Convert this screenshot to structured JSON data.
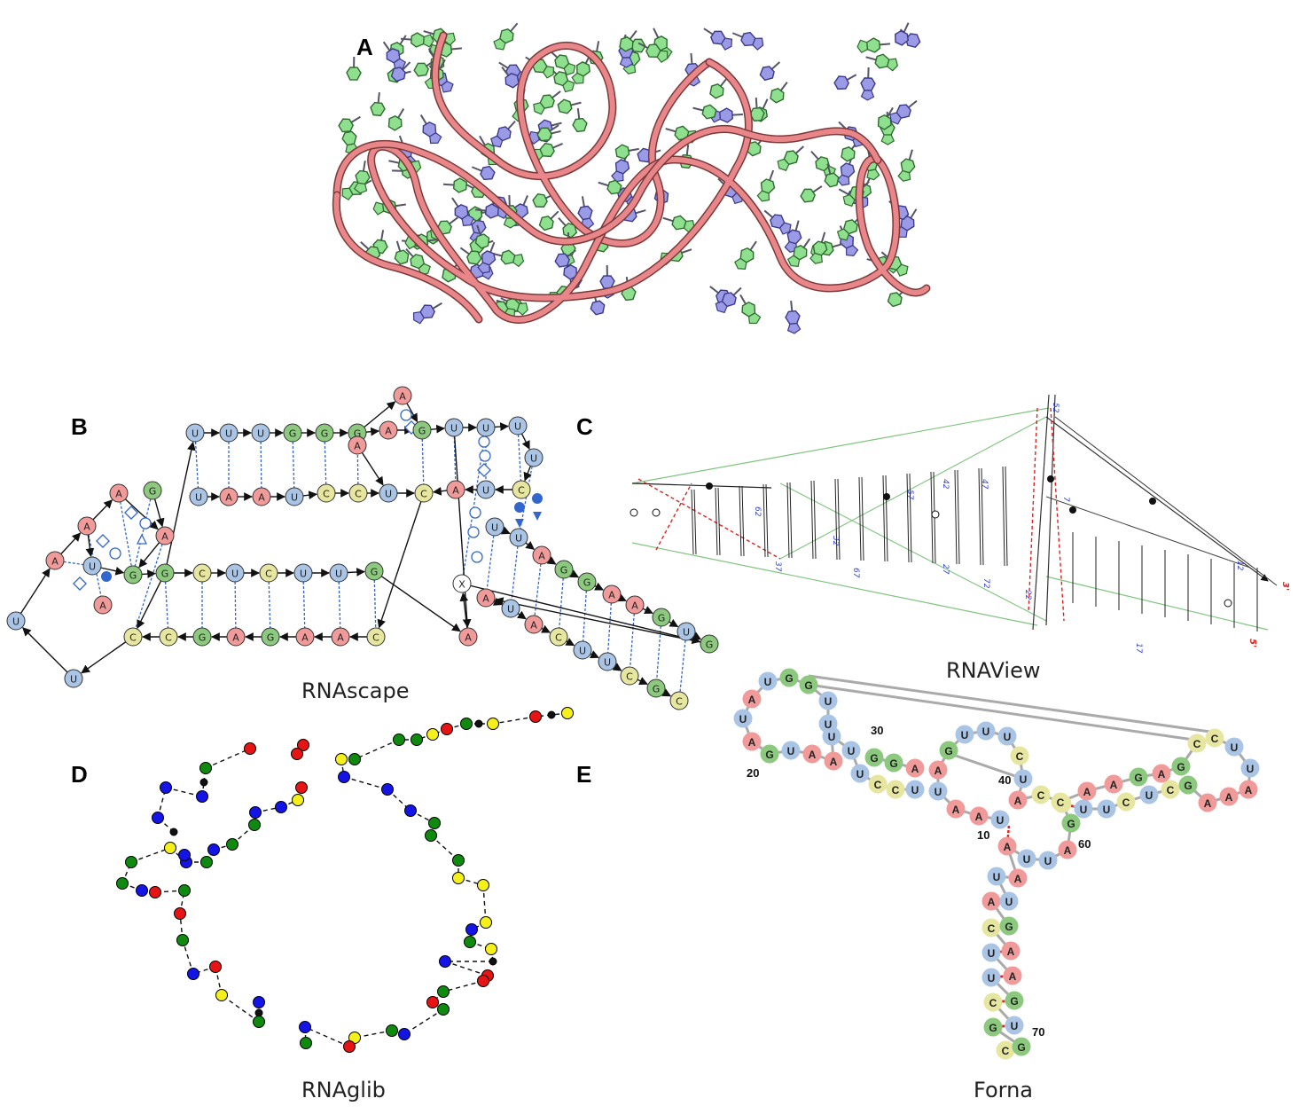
{
  "panels": {
    "a": {
      "letter": "A"
    },
    "b": {
      "letter": "B",
      "caption": "RNAscape"
    },
    "c": {
      "letter": "C",
      "caption": "RNAView"
    },
    "d": {
      "letter": "D",
      "caption": "RNAglib"
    },
    "e": {
      "letter": "E",
      "caption": "Forna"
    }
  },
  "colors": {
    "A": "#f19a9a",
    "U": "#a9c4e4",
    "G": "#8cc97e",
    "C": "#e6e6a0",
    "backbone": "#e8868a",
    "base_green": "#8ee08e",
    "base_blue": "#9a9ae6",
    "pair_blue": "#3366cc",
    "glib_green": "#0f8a0f",
    "glib_blue": "#1414e6",
    "glib_red": "#e61414",
    "glib_yellow": "#f5f01a"
  },
  "forna_labels": {
    "n10": "10",
    "n20": "20",
    "n30": "30",
    "n40": "40",
    "n60": "60",
    "n70": "70"
  },
  "rnaview_labels": [
    "52",
    "42",
    "47",
    "62",
    "32",
    "57",
    "67",
    "27",
    "72",
    "22",
    "37",
    "7",
    "17",
    "12"
  ],
  "rnaview_ends": {
    "three": "3'",
    "five": "5'"
  },
  "rnascape_extra": "X"
}
